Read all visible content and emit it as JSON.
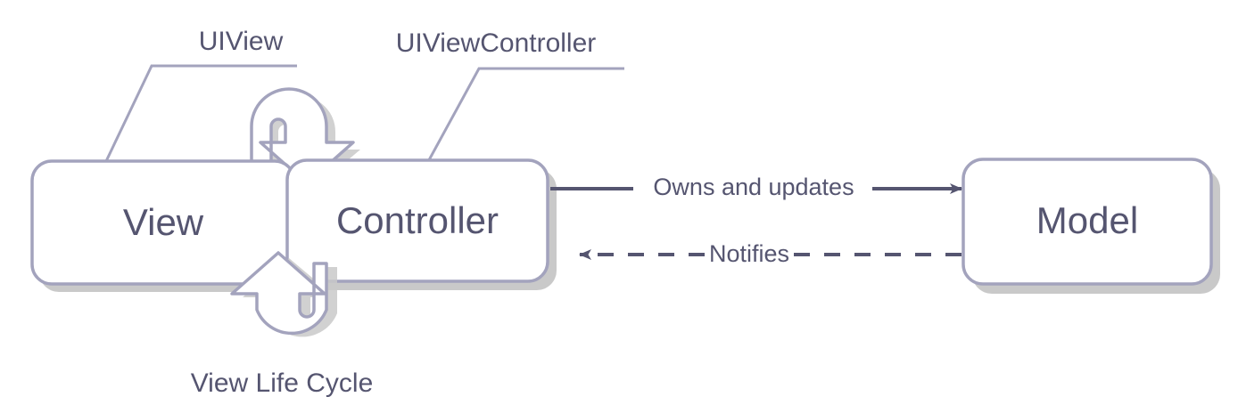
{
  "diagram": {
    "title": "MVC architecture diagram",
    "background_color": "#ffffff",
    "colors": {
      "box_stroke": "#a3a3bd",
      "box_fill": "#ffffff",
      "shadow": "#c9c9c9",
      "text": "#555570",
      "solid_arrow": "#555570",
      "hook_arrow_stroke": "#a3a3bd",
      "hook_arrow_fill": "#ffffff",
      "leader_line": "#a3a3bd"
    },
    "nodes": [
      {
        "id": "view",
        "label": "View"
      },
      {
        "id": "controller",
        "label": "Controller"
      },
      {
        "id": "model",
        "label": "Model"
      }
    ],
    "annotations": [
      {
        "id": "uiview",
        "label": "UIView",
        "target": "view"
      },
      {
        "id": "uiviewcontroller",
        "label": "UIViewController",
        "target": "controller"
      },
      {
        "id": "view-life-cycle",
        "label": "View Life Cycle",
        "target": "view-controller-loop"
      }
    ],
    "edges": [
      {
        "id": "owns-and-updates",
        "label": "Owns and updates",
        "from": "controller",
        "to": "model",
        "style": "solid",
        "direction": "right"
      },
      {
        "id": "notifies",
        "label": "Notifies",
        "from": "model",
        "to": "controller",
        "style": "dashed",
        "direction": "left"
      },
      {
        "id": "view-to-controller-hook",
        "label": "",
        "from": "view",
        "to": "controller",
        "style": "hook",
        "direction": "down"
      },
      {
        "id": "controller-to-view-hook",
        "label": "",
        "from": "controller",
        "to": "view",
        "style": "hook",
        "direction": "up"
      }
    ]
  }
}
